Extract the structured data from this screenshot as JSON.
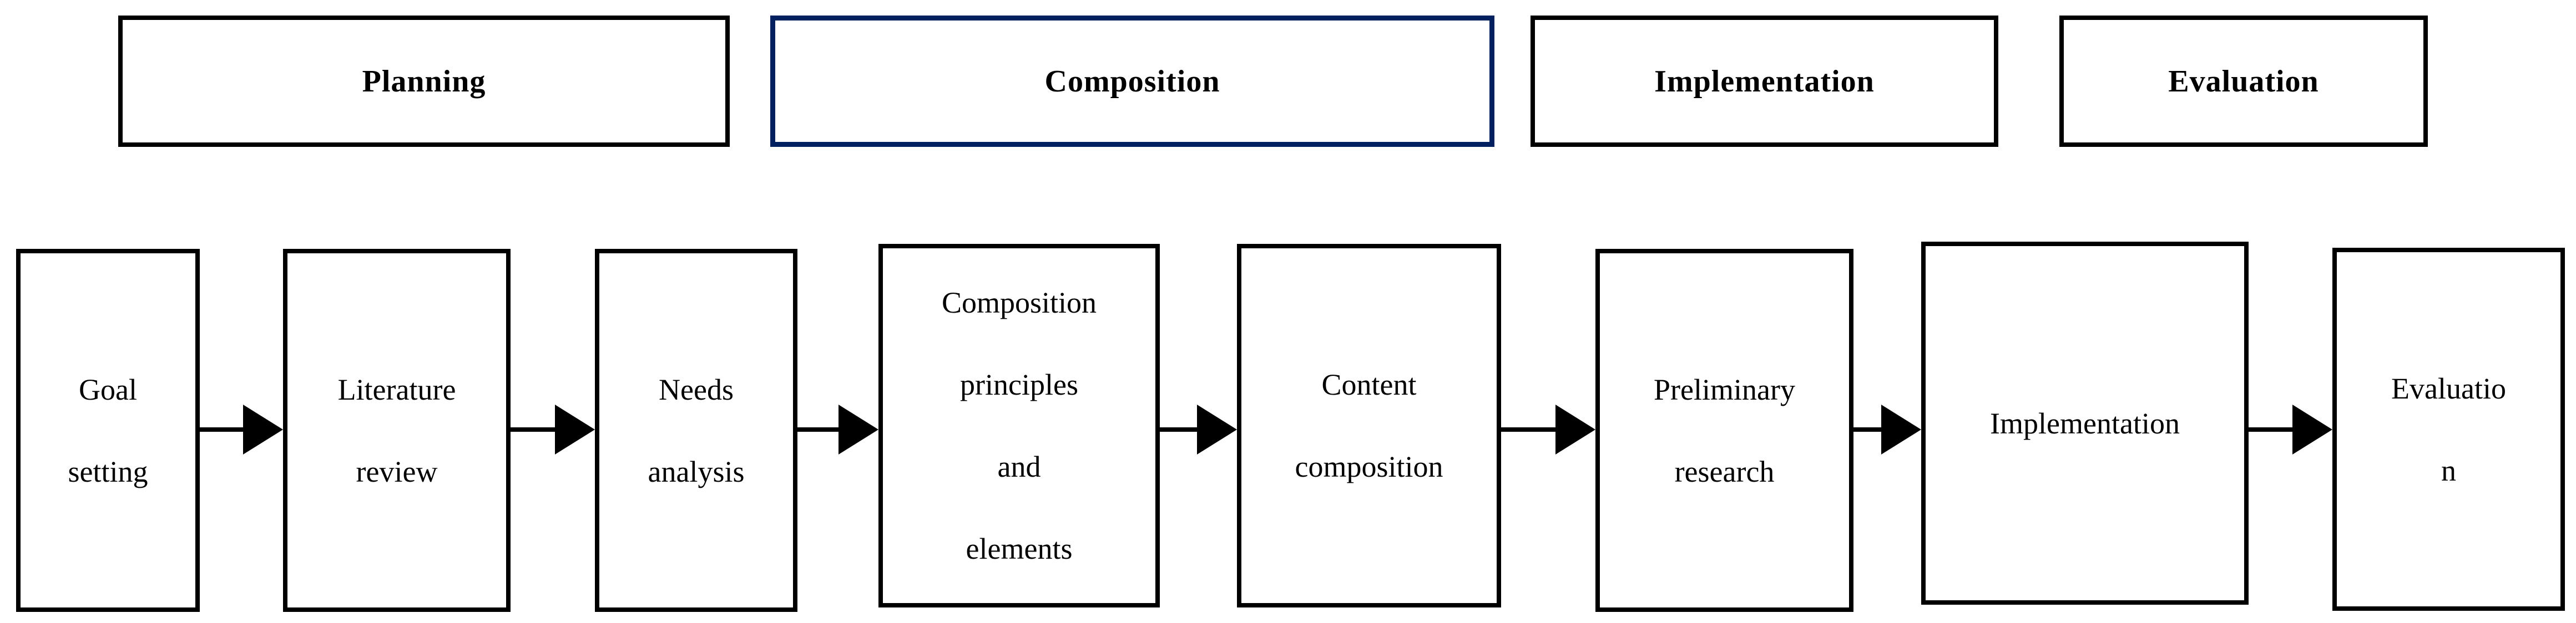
{
  "diagram": {
    "title_semantic": "Research procedure flowchart",
    "phases": [
      {
        "label": "Planning",
        "highlighted": false
      },
      {
        "label": "Composition",
        "highlighted": true
      },
      {
        "label": "Implementation",
        "highlighted": false
      },
      {
        "label": "Evaluation",
        "highlighted": false
      }
    ],
    "flow_steps": [
      {
        "lines": [
          "Goal",
          "setting"
        ]
      },
      {
        "lines": [
          "Literature",
          "review"
        ]
      },
      {
        "lines": [
          "Needs",
          "analysis"
        ]
      },
      {
        "lines": [
          "Composition",
          "principles",
          "and",
          "elements"
        ]
      },
      {
        "lines": [
          "Content",
          "composition"
        ]
      },
      {
        "lines": [
          "Preliminary",
          "research"
        ]
      },
      {
        "lines": [
          "Implementation"
        ]
      },
      {
        "lines": [
          "Evaluatio",
          "n"
        ]
      }
    ],
    "connector_style": "solid-right-arrow",
    "colors": {
      "border": "#000000",
      "highlight_border": "#002060",
      "background": "#ffffff",
      "text": "#000000"
    }
  }
}
